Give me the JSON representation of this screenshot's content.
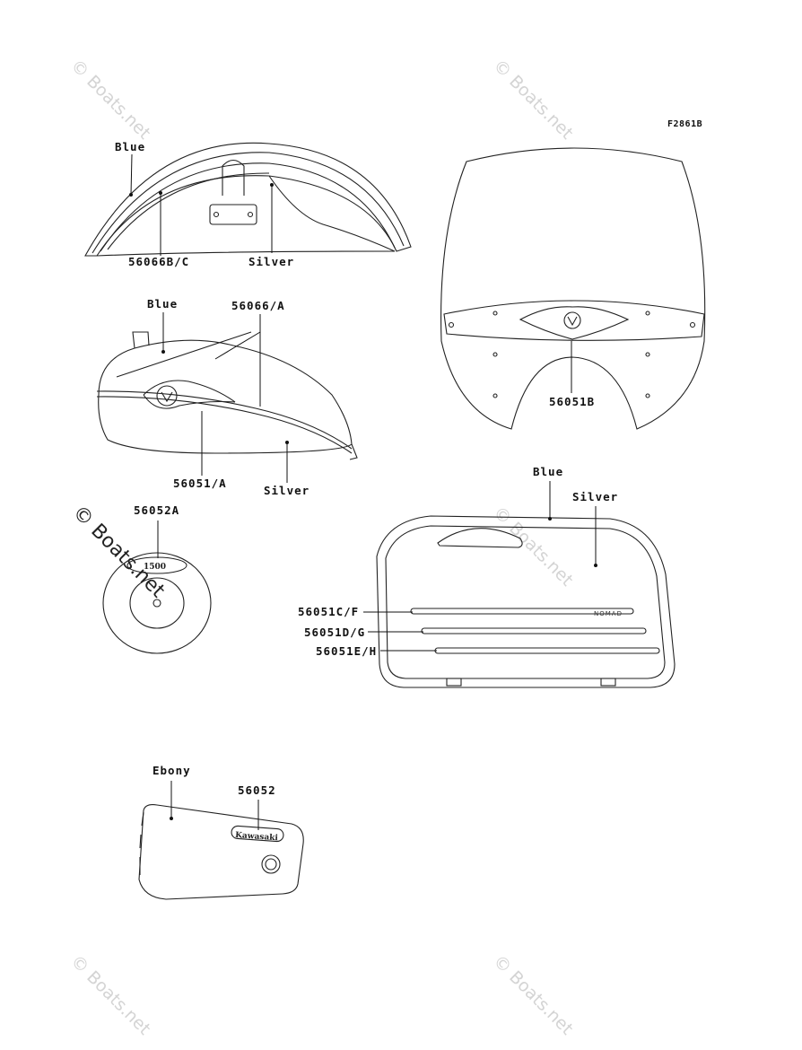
{
  "figure_code": "F2861B",
  "watermark": "© Boats.net",
  "fender": {
    "label_blue": "Blue",
    "label_part": "56066B/C",
    "label_silver": "Silver"
  },
  "tank": {
    "label_blue": "Blue",
    "label_part_a": "56066/A",
    "label_part_b": "56051/A",
    "label_silver": "Silver"
  },
  "windshield": {
    "label_part": "56051B"
  },
  "emblem": {
    "label_part": "56052A",
    "badge_text": "1500"
  },
  "saddlebag": {
    "label_blue": "Blue",
    "label_silver": "Silver",
    "stripe_c": "56051C/F",
    "stripe_d": "56051D/G",
    "stripe_e": "56051E/H",
    "nomad_text": "NOMAD"
  },
  "side_cover": {
    "label_color": "Ebony",
    "label_part": "56052",
    "logo_text": "Kawasaki"
  }
}
